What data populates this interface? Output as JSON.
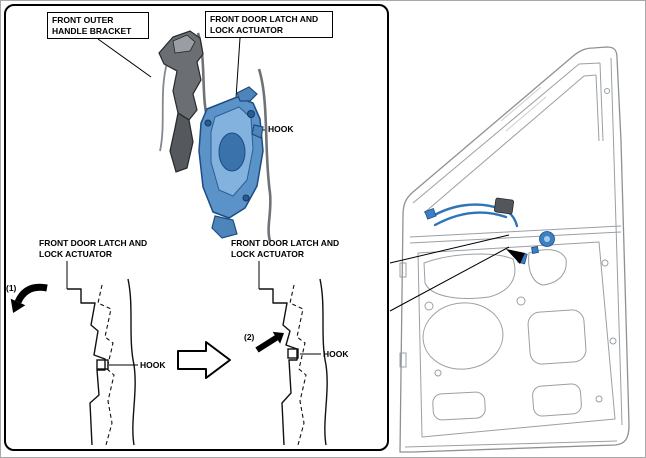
{
  "figure": {
    "top_illustration": {
      "bracket_label": "FRONT OUTER HANDLE BRACKET",
      "actuator_label": "FRONT DOOR LATCH AND LOCK ACTUATOR",
      "hook_label": "HOOK"
    },
    "step1": {
      "actuator_label": "FRONT DOOR LATCH AND LOCK ACTUATOR",
      "number": "(1)",
      "hook_label": "HOOK"
    },
    "step2": {
      "actuator_label": "FRONT DOOR LATCH AND LOCK ACTUATOR",
      "number": "(2)",
      "hook_label": "HOOK"
    },
    "colors": {
      "actuator_blue": "#5b92c8",
      "actuator_blue_light": "#83b2de",
      "actuator_blue_dark": "#1c4d82",
      "bracket_gray": "#6b6e72",
      "door_outline_gray": "#8e9194",
      "cable_blue": "#2f74b8"
    }
  }
}
